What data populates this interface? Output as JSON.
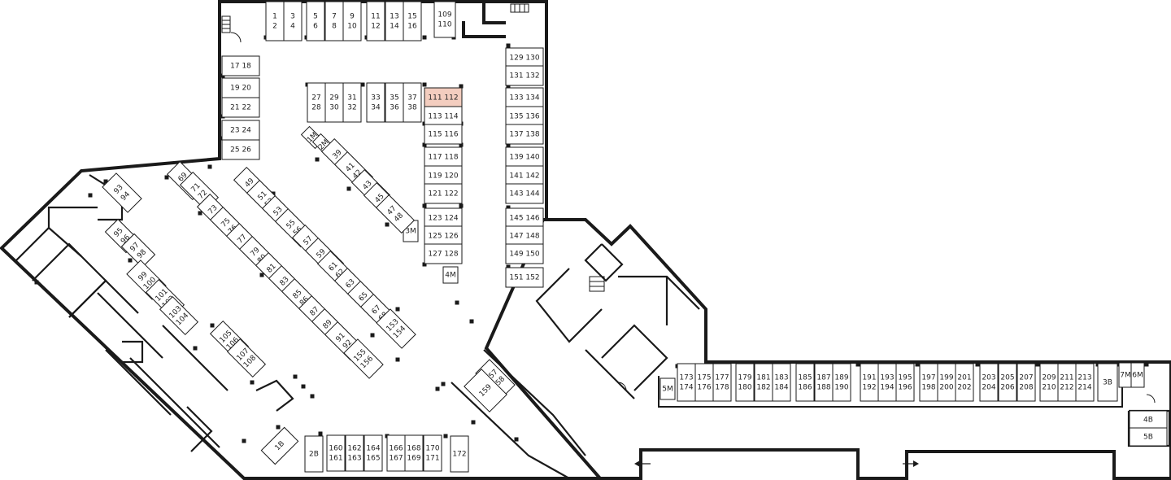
{
  "floor_plan": {
    "highlight_color": "#f3cdbf",
    "wall_color": "#1a1a1a",
    "highlighted_units": [
      "111",
      "112"
    ],
    "icons": [
      "stairs-icon",
      "door-swing-icon",
      "arrow-left-icon",
      "arrow-right-icon"
    ],
    "storage_units": [
      {
        "id": "u-1-2",
        "labels": [
          "1",
          "2"
        ]
      },
      {
        "id": "u-3-4",
        "labels": [
          "3",
          "4"
        ]
      },
      {
        "id": "u-5-6",
        "labels": [
          "5",
          "6"
        ]
      },
      {
        "id": "u-7-8",
        "labels": [
          "7",
          "8"
        ]
      },
      {
        "id": "u-9-10",
        "labels": [
          "9",
          "10"
        ]
      },
      {
        "id": "u-11-12",
        "labels": [
          "11",
          "12"
        ]
      },
      {
        "id": "u-13-14",
        "labels": [
          "13",
          "14"
        ]
      },
      {
        "id": "u-15-16",
        "labels": [
          "15",
          "16"
        ]
      },
      {
        "id": "u-109-110",
        "labels": [
          "109",
          "110"
        ]
      },
      {
        "id": "u-17-18",
        "labels": [
          "17 18"
        ]
      },
      {
        "id": "u-19-20",
        "labels": [
          "19 20"
        ]
      },
      {
        "id": "u-21-22",
        "labels": [
          "21 22"
        ]
      },
      {
        "id": "u-23-24",
        "labels": [
          "23 24"
        ]
      },
      {
        "id": "u-25-26",
        "labels": [
          "25 26"
        ]
      },
      {
        "id": "u-27-28",
        "labels": [
          "27",
          "28"
        ]
      },
      {
        "id": "u-29-30",
        "labels": [
          "29",
          "30"
        ]
      },
      {
        "id": "u-31-32",
        "labels": [
          "31",
          "32"
        ]
      },
      {
        "id": "u-33-34",
        "labels": [
          "33",
          "34"
        ]
      },
      {
        "id": "u-35-36",
        "labels": [
          "35",
          "36"
        ]
      },
      {
        "id": "u-37-38",
        "labels": [
          "37",
          "38"
        ]
      },
      {
        "id": "u-111-112",
        "labels": [
          "111 112"
        ]
      },
      {
        "id": "u-113-114",
        "labels": [
          "113 114"
        ]
      },
      {
        "id": "u-115-116",
        "labels": [
          "115 116"
        ]
      },
      {
        "id": "u-117-118",
        "labels": [
          "117 118"
        ]
      },
      {
        "id": "u-119-120",
        "labels": [
          "119 120"
        ]
      },
      {
        "id": "u-121-122",
        "labels": [
          "121 122"
        ]
      },
      {
        "id": "u-123-124",
        "labels": [
          "123 124"
        ]
      },
      {
        "id": "u-125-126",
        "labels": [
          "125 126"
        ]
      },
      {
        "id": "u-127-128",
        "labels": [
          "127 128"
        ]
      },
      {
        "id": "u-4m",
        "labels": [
          "4M"
        ]
      },
      {
        "id": "u-129-130",
        "labels": [
          "129 130"
        ]
      },
      {
        "id": "u-131-132",
        "labels": [
          "131 132"
        ]
      },
      {
        "id": "u-133-134",
        "labels": [
          "133 134"
        ]
      },
      {
        "id": "u-135-136",
        "labels": [
          "135 136"
        ]
      },
      {
        "id": "u-137-138",
        "labels": [
          "137 138"
        ]
      },
      {
        "id": "u-139-140",
        "labels": [
          "139 140"
        ]
      },
      {
        "id": "u-141-142",
        "labels": [
          "141 142"
        ]
      },
      {
        "id": "u-143-144",
        "labels": [
          "143 144"
        ]
      },
      {
        "id": "u-145-146",
        "labels": [
          "145 146"
        ]
      },
      {
        "id": "u-147-148",
        "labels": [
          "147 148"
        ]
      },
      {
        "id": "u-149-150",
        "labels": [
          "149 150"
        ]
      },
      {
        "id": "u-151-152",
        "labels": [
          "151 152"
        ]
      },
      {
        "id": "u-3m",
        "labels": [
          "3M"
        ]
      },
      {
        "id": "u-1m",
        "labels": [
          "1M"
        ]
      },
      {
        "id": "u-2m",
        "labels": [
          "2M"
        ]
      },
      {
        "id": "u-39-40",
        "labels": [
          "39",
          "40"
        ]
      },
      {
        "id": "u-41-42",
        "labels": [
          "41",
          "42"
        ]
      },
      {
        "id": "u-43-44",
        "labels": [
          "43",
          "44"
        ]
      },
      {
        "id": "u-45-46",
        "labels": [
          "45",
          "46"
        ]
      },
      {
        "id": "u-47-48",
        "labels": [
          "47",
          "48"
        ]
      },
      {
        "id": "u-49-50",
        "labels": [
          "49",
          "50"
        ]
      },
      {
        "id": "u-51-52",
        "labels": [
          "51",
          "52"
        ]
      },
      {
        "id": "u-53-54",
        "labels": [
          "53",
          "54"
        ]
      },
      {
        "id": "u-55-56",
        "labels": [
          "55",
          "56"
        ]
      },
      {
        "id": "u-57-58",
        "labels": [
          "57",
          "58"
        ]
      },
      {
        "id": "u-59-60",
        "labels": [
          "59",
          "60"
        ]
      },
      {
        "id": "u-61-62",
        "labels": [
          "61",
          "62"
        ]
      },
      {
        "id": "u-63-64",
        "labels": [
          "63",
          "64"
        ]
      },
      {
        "id": "u-65-66",
        "labels": [
          "65",
          "66"
        ]
      },
      {
        "id": "u-67-68",
        "labels": [
          "67",
          "68"
        ]
      },
      {
        "id": "u-153-154",
        "labels": [
          "153",
          "154"
        ]
      },
      {
        "id": "u-69-70",
        "labels": [
          "69",
          "70"
        ]
      },
      {
        "id": "u-71-72",
        "labels": [
          "71",
          "72"
        ]
      },
      {
        "id": "u-73-74",
        "labels": [
          "73",
          "74"
        ]
      },
      {
        "id": "u-75-76",
        "labels": [
          "75",
          "76"
        ]
      },
      {
        "id": "u-77-78",
        "labels": [
          "77",
          "78"
        ]
      },
      {
        "id": "u-79-80",
        "labels": [
          "79",
          "80"
        ]
      },
      {
        "id": "u-81-82",
        "labels": [
          "81",
          "82"
        ]
      },
      {
        "id": "u-83-84",
        "labels": [
          "83",
          "84"
        ]
      },
      {
        "id": "u-85-86",
        "labels": [
          "85",
          "86"
        ]
      },
      {
        "id": "u-87-88",
        "labels": [
          "87",
          "88"
        ]
      },
      {
        "id": "u-89-90",
        "labels": [
          "89",
          "90"
        ]
      },
      {
        "id": "u-91-92",
        "labels": [
          "91",
          "92"
        ]
      },
      {
        "id": "u-155-156",
        "labels": [
          "155",
          "156"
        ]
      },
      {
        "id": "u-93-94",
        "labels": [
          "93",
          "94"
        ]
      },
      {
        "id": "u-95-96",
        "labels": [
          "95",
          "96"
        ]
      },
      {
        "id": "u-97-98",
        "labels": [
          "97",
          "98"
        ]
      },
      {
        "id": "u-99-100",
        "labels": [
          "99",
          "100"
        ]
      },
      {
        "id": "u-101-102",
        "labels": [
          "101",
          "102"
        ]
      },
      {
        "id": "u-103-104",
        "labels": [
          "103",
          "104"
        ]
      },
      {
        "id": "u-105-106",
        "labels": [
          "105",
          "106"
        ]
      },
      {
        "id": "u-107-108",
        "labels": [
          "107",
          "108"
        ]
      },
      {
        "id": "u-157-158",
        "labels": [
          "157",
          "158"
        ]
      },
      {
        "id": "u-159",
        "labels": [
          "159"
        ]
      },
      {
        "id": "u-1b",
        "labels": [
          "1B"
        ]
      },
      {
        "id": "u-2b",
        "labels": [
          "2B"
        ]
      },
      {
        "id": "u-160-161",
        "labels": [
          "160",
          "161"
        ]
      },
      {
        "id": "u-162-163",
        "labels": [
          "162",
          "163"
        ]
      },
      {
        "id": "u-164-165",
        "labels": [
          "164",
          "165"
        ]
      },
      {
        "id": "u-166-167",
        "labels": [
          "166",
          "167"
        ]
      },
      {
        "id": "u-168-169",
        "labels": [
          "168",
          "169"
        ]
      },
      {
        "id": "u-170-171",
        "labels": [
          "170",
          "171"
        ]
      },
      {
        "id": "u-172",
        "labels": [
          "172"
        ]
      },
      {
        "id": "u-5m",
        "labels": [
          "5M"
        ]
      },
      {
        "id": "u-173-174",
        "labels": [
          "173",
          "174"
        ]
      },
      {
        "id": "u-175-176",
        "labels": [
          "175",
          "176"
        ]
      },
      {
        "id": "u-177-178",
        "labels": [
          "177",
          "178"
        ]
      },
      {
        "id": "u-179-180",
        "labels": [
          "179",
          "180"
        ]
      },
      {
        "id": "u-181-182",
        "labels": [
          "181",
          "182"
        ]
      },
      {
        "id": "u-183-184",
        "labels": [
          "183",
          "184"
        ]
      },
      {
        "id": "u-185-186",
        "labels": [
          "185",
          "186"
        ]
      },
      {
        "id": "u-187-188",
        "labels": [
          "187",
          "188"
        ]
      },
      {
        "id": "u-189-190",
        "labels": [
          "189",
          "190"
        ]
      },
      {
        "id": "u-191-192",
        "labels": [
          "191",
          "192"
        ]
      },
      {
        "id": "u-193-194",
        "labels": [
          "193",
          "194"
        ]
      },
      {
        "id": "u-195-196",
        "labels": [
          "195",
          "196"
        ]
      },
      {
        "id": "u-197-198",
        "labels": [
          "197",
          "198"
        ]
      },
      {
        "id": "u-199-200",
        "labels": [
          "199",
          "200"
        ]
      },
      {
        "id": "u-201-202",
        "labels": [
          "201",
          "202"
        ]
      },
      {
        "id": "u-203-204",
        "labels": [
          "203",
          "204"
        ]
      },
      {
        "id": "u-205-206",
        "labels": [
          "205",
          "206"
        ]
      },
      {
        "id": "u-207-208",
        "labels": [
          "207",
          "208"
        ]
      },
      {
        "id": "u-209-210",
        "labels": [
          "209",
          "210"
        ]
      },
      {
        "id": "u-211-212",
        "labels": [
          "211",
          "212"
        ]
      },
      {
        "id": "u-213-214",
        "labels": [
          "213",
          "214"
        ]
      },
      {
        "id": "u-3b",
        "labels": [
          "3B"
        ]
      },
      {
        "id": "u-7m",
        "labels": [
          "7M"
        ]
      },
      {
        "id": "u-6m",
        "labels": [
          "6M"
        ]
      },
      {
        "id": "u-4b",
        "labels": [
          "4B"
        ]
      },
      {
        "id": "u-5b",
        "labels": [
          "5B"
        ]
      }
    ]
  }
}
